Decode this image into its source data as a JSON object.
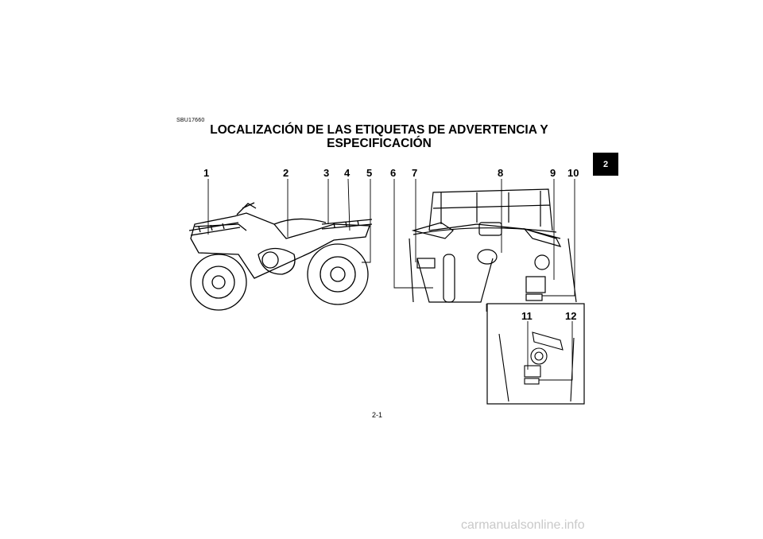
{
  "section_code": "SBU17660",
  "title_line1": "LOCALIZACIÓN DE LAS ETIQUETAS DE ADVERTENCIA Y",
  "title_line2": "ESPECIFICACIÓN",
  "chapter_tab": "2",
  "callouts": [
    "1",
    "2",
    "3",
    "4",
    "5",
    "6",
    "7",
    "8",
    "9",
    "10",
    "11",
    "12"
  ],
  "page_number": "2-1",
  "watermark": "carmanualsonline.info"
}
